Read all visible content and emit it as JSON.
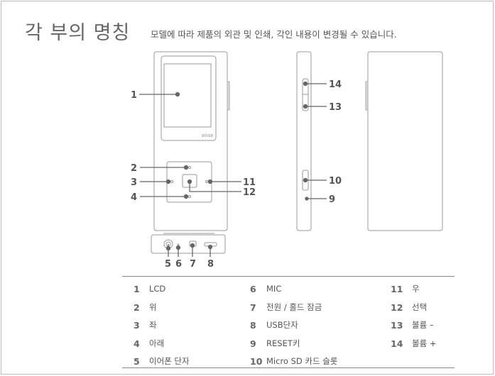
{
  "page": {
    "title": "각 부의 명칭",
    "subtitle": "모델에 따라 제품의 외관 및 인쇄, 각인 내용이 변경될 수 있습니다."
  },
  "device": {
    "logo": "iRIVER",
    "callouts": [
      "1",
      "2",
      "3",
      "4",
      "5",
      "6",
      "7",
      "8",
      "9",
      "10",
      "11",
      "12",
      "13",
      "14"
    ]
  },
  "parts_table": {
    "rows": [
      [
        {
          "num": "1",
          "label": "LCD"
        },
        {
          "num": "6",
          "label": "MIC"
        },
        {
          "num": "11",
          "label": "우"
        }
      ],
      [
        {
          "num": "2",
          "label": "위"
        },
        {
          "num": "7",
          "label": "전원 / 홀드 잠금"
        },
        {
          "num": "12",
          "label": "선택"
        }
      ],
      [
        {
          "num": "3",
          "label": "좌"
        },
        {
          "num": "8",
          "label": "USB단자"
        },
        {
          "num": "13",
          "label": "볼륨 –"
        }
      ],
      [
        {
          "num": "4",
          "label": "아래"
        },
        {
          "num": "9",
          "label": "RESET키"
        },
        {
          "num": "14",
          "label": "볼륨 +"
        }
      ],
      [
        {
          "num": "5",
          "label": "이어폰 단자"
        },
        {
          "num": "10",
          "label": "Micro SD 카드 슬롯"
        }
      ]
    ]
  }
}
